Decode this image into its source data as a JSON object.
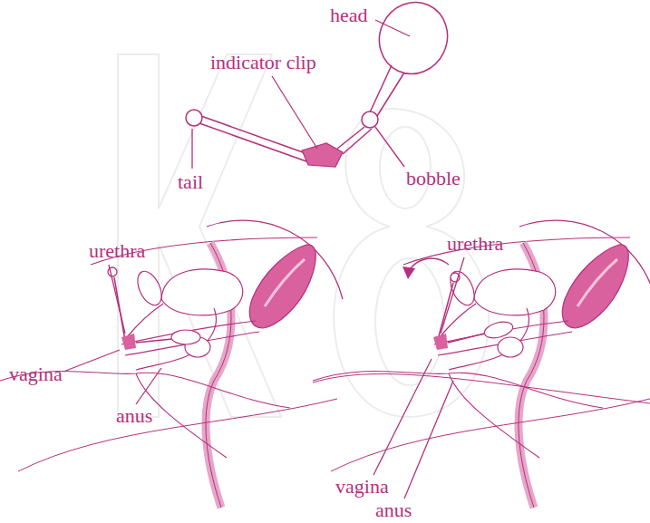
{
  "diagram": {
    "labels": [
      "head",
      "indicator clip",
      "tail",
      "bobble",
      "urethra",
      "urethra",
      "vagina",
      "vagina",
      "anus",
      "anus"
    ]
  }
}
